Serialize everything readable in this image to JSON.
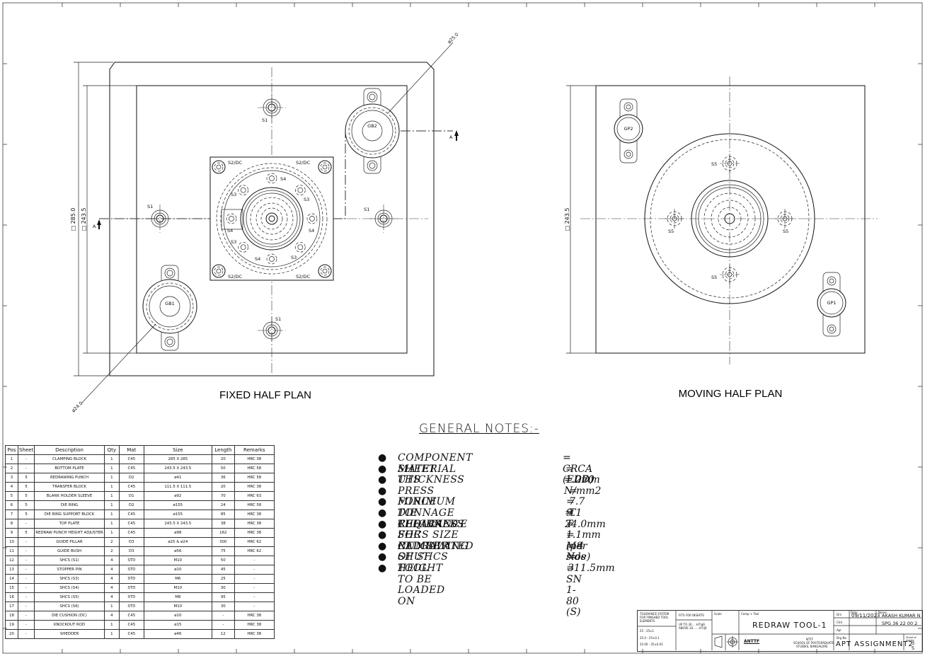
{
  "views": {
    "fixed_title": "FIXED HALF PLAN",
    "moving_title": "MOVING HALF PLAN"
  },
  "fixed": {
    "dim_outer": "□ 285.0",
    "dim_inner": "□ 243.5",
    "dia_top": "ø25.0",
    "dia_bottom": "ø24.0",
    "section_left": "A",
    "section_right": "A",
    "gb1": "GB1",
    "gb2": "GB2",
    "s1_top": "S1",
    "s1_left": "S1",
    "s1_right": "S1",
    "s1_bottom": "S1",
    "s2dc_tl": "S2/DC",
    "s2dc_tr": "S2/DC",
    "s2dc_bl": "S2/DC",
    "s2dc_br": "S2/DC",
    "s4_top": "S4",
    "s4_left": "S4",
    "s4_right": "S4",
    "s4_bottom": "S4",
    "s3_tl": "S3",
    "s3_tr": "S3",
    "s3_bl": "S3",
    "s3_br": "S3"
  },
  "moving": {
    "dim_inner": "□ 243.5",
    "gp1": "GP1",
    "gp2": "GP2",
    "s5_top": "S5",
    "s5_left": "S5",
    "s5_right": "S5",
    "s5_bottom": "S5"
  },
  "notes": {
    "heading": "GENERAL NOTES:-",
    "bullet": "●",
    "items": [
      {
        "label": "COMPONENT MATERIAL",
        "value": "= CRCA (EDD)"
      },
      {
        "label": "SHEET THICKNESS",
        "value": "= 1.0mm"
      },
      {
        "label": "UTS",
        "value": "= 270  N/mm2"
      },
      {
        "label": "PRESS FORCE",
        "value": "= 7.7  T"
      },
      {
        "label": "MINIMUM TONNAGE REQUIRED",
        "value": "= 9.1  T"
      },
      {
        "label": "DIE THICKNESS",
        "value": "= 24.0mm"
      },
      {
        "label": "CLEARANCE FOR REDRAWING",
        "value": "= 1.1mm (per side)"
      },
      {
        "label": "SHCS SIZE CALCULATED",
        "value": "= M8"
      },
      {
        "label": "NUMBER OF SHCS",
        "value": "= 4  Nos"
      },
      {
        "label": "SHUT HEIGHT",
        "value": "= 311.5mm"
      },
      {
        "label": "TOOL TO BE LOADED ON",
        "value": "= SN 1-80 (S)"
      }
    ]
  },
  "bom": {
    "headers": [
      "Pos",
      "Sheet",
      "Description",
      "Qty",
      "Mat",
      "Size",
      "Length",
      "Remarks"
    ],
    "rows": [
      [
        "1",
        "-",
        "CLAMPING BLOCK",
        "1",
        "C45",
        "285 X 285",
        "20",
        "HRC 38"
      ],
      [
        "2",
        "-",
        "BOTTOM PLATE",
        "1",
        "C45",
        "243.5 X 243.5",
        "50",
        "HRC 58"
      ],
      [
        "3",
        "5",
        "REDRAWING PUNCH",
        "1",
        "D2",
        "ø41",
        "36",
        "HRC 58"
      ],
      [
        "4",
        "5",
        "TRANSFER BLOCK",
        "1",
        "C45",
        "111.5 X 111.5",
        "20",
        "HRC 38"
      ],
      [
        "5",
        "5",
        "BLANK HOLDER SLEEVE",
        "1",
        "D1",
        "ø92",
        "70",
        "HRC 63"
      ],
      [
        "6",
        "5",
        "DIE RING",
        "1",
        "D2",
        "ø155",
        "24",
        "HRC 58"
      ],
      [
        "7",
        "5",
        "DIE RING SUPPORT BLOCK",
        "1",
        "C45",
        "ø155",
        "85",
        "HRC 38"
      ],
      [
        "8",
        "-",
        "TOP PLATE",
        "1",
        "C45",
        "243.5 X 243.5",
        "38",
        "HRC 38"
      ],
      [
        "9",
        "5",
        "REDRAW PUNCH HEIGHT ADJUSTER",
        "1",
        "C45",
        "ø98",
        "162",
        "HRC 38"
      ],
      [
        "10",
        "-",
        "GUIDE PILLAR",
        "2",
        "D3",
        "ø25  & ø24",
        "300",
        "HRC 62"
      ],
      [
        "11",
        "-",
        "GUIDE BUSH",
        "2",
        "D3",
        "ø56",
        "75",
        "HRC 62"
      ],
      [
        "12",
        "-",
        "SHCS (S1)",
        "4",
        "STD",
        "M10",
        "50",
        "-"
      ],
      [
        "13",
        "-",
        "STOPPER PIN",
        "4",
        "STD",
        "ø10",
        "45",
        "-"
      ],
      [
        "14",
        "-",
        "SHCS (S3)",
        "4",
        "STD",
        "M6",
        "25",
        "-"
      ],
      [
        "15",
        "-",
        "SHCS (S4)",
        "4",
        "STD",
        "M10",
        "30",
        "-"
      ],
      [
        "16",
        "-",
        "SHCS (S5)",
        "4",
        "STD",
        "M8",
        "95",
        "-"
      ],
      [
        "17",
        "-",
        "SHCS (S6)",
        "1",
        "STD",
        "M10",
        "30",
        "-"
      ],
      [
        "18",
        "-",
        "DIE CUSHION (DC)",
        "4",
        "C45",
        "ø10",
        "-",
        "HRC 38"
      ],
      [
        "19",
        "-",
        "KNOCKOUT ROD",
        "1",
        "C45",
        "ø15",
        "-",
        "HRC 38"
      ],
      [
        "20",
        "-",
        "SHEDDER",
        "1",
        "C45",
        "ø46",
        "12",
        "HRC 38"
      ]
    ]
  },
  "title_block": {
    "tolerance_title": "TOLERANCE SYSTEM FOR FINISHED TOOL ELEMENTS",
    "fits_title": "FITS FOR INSERTS",
    "tol_row1": "25    - 25±1",
    "tol_row2": "25.0  - 25±0.1",
    "tol_row3": "25.00 - 25±0.01",
    "fits_row1": "UP TO 30.....H7/g6",
    "fits_row2": "ABOVE 30.......H7/j6",
    "scale_label": "Scale",
    "comp_label": "Comp + Tool",
    "tool_name": "REDRAW TOOL-1",
    "institute": "NTTF",
    "school_line1": "SCHOOL OF POSTGRADUATE",
    "school_line2": "STUDIES, BANGALORE",
    "logo": "ANTTF",
    "drn_label": "Drn",
    "chd_label": "Chd",
    "apr_label": "Apr",
    "date_label": "Date",
    "date": "09/11/2023",
    "name_label": "Name",
    "name": "AKASH KUMAR N",
    "code": "SPG 36 22 00 2",
    "drg_label": "Drg No",
    "drg_no": "APT ASSIGNMENT2",
    "sheet_label": "Sheet of sheets",
    "sheet": "3",
    "sheets": "5"
  }
}
